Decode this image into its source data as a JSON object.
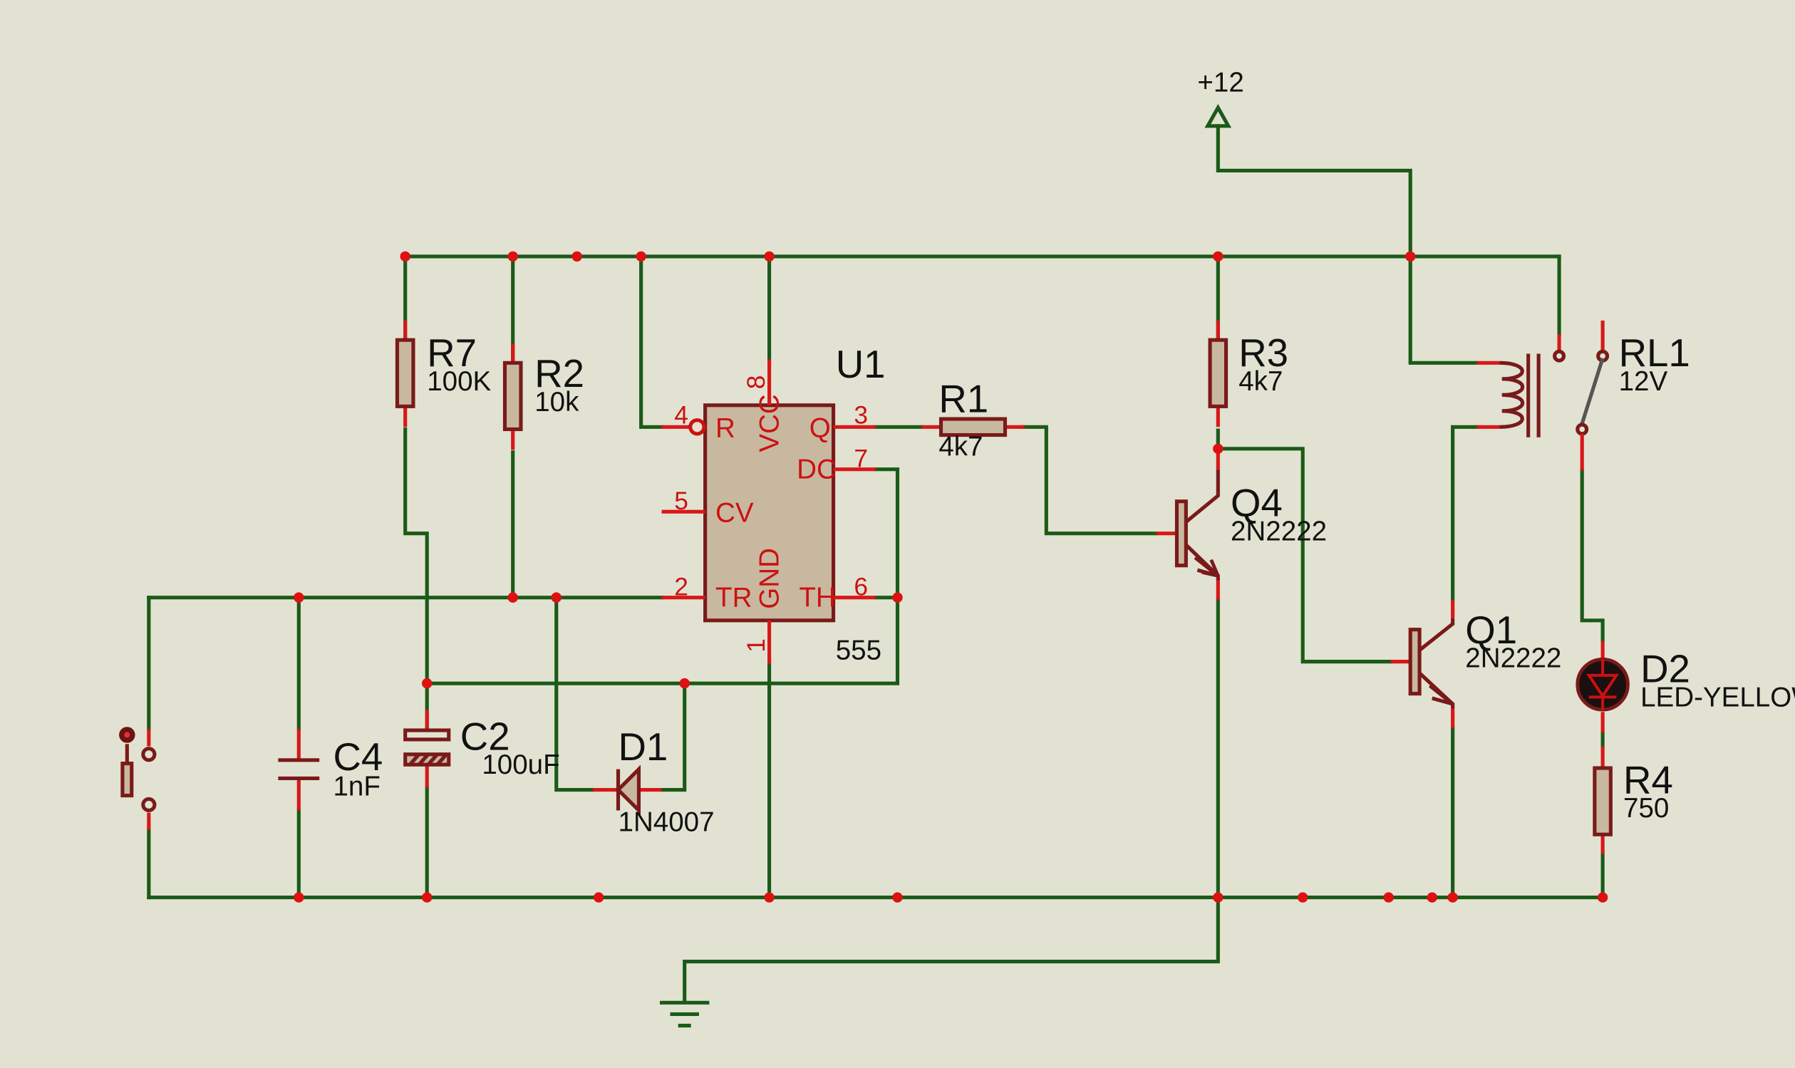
{
  "colors": {
    "background": "#e2e2d2",
    "wire": "#1b5a18",
    "pin": "#d81818",
    "component_outline": "#7a1a1a",
    "component_fill": "#c8b8a0",
    "junction": "#dd1111"
  },
  "power": {
    "label": "+12"
  },
  "ic": {
    "ref": "U1",
    "value": "555",
    "pins": {
      "r": {
        "num": "4",
        "name": "R"
      },
      "vcc": {
        "num": "8",
        "name": "VCC"
      },
      "q": {
        "num": "3",
        "name": "Q"
      },
      "dc": {
        "num": "7",
        "name": "DC"
      },
      "cv": {
        "num": "5",
        "name": "CV"
      },
      "tr": {
        "num": "2",
        "name": "TR"
      },
      "gnd": {
        "num": "1",
        "name": "GND"
      },
      "th": {
        "num": "6",
        "name": "TH"
      }
    }
  },
  "components": {
    "r7": {
      "ref": "R7",
      "value": "100K"
    },
    "r2": {
      "ref": "R2",
      "value": "10k"
    },
    "r1": {
      "ref": "R1",
      "value": "4k7"
    },
    "r3": {
      "ref": "R3",
      "value": "4k7"
    },
    "r4": {
      "ref": "R4",
      "value": "750"
    },
    "c4": {
      "ref": "C4",
      "value": "1nF"
    },
    "c2": {
      "ref": "C2",
      "value": "100uF"
    },
    "d1": {
      "ref": "D1",
      "value": "1N4007"
    },
    "d2": {
      "ref": "D2",
      "value": "LED-YELLOW"
    },
    "q4": {
      "ref": "Q4",
      "value": "2N2222"
    },
    "q1": {
      "ref": "Q1",
      "value": "2N2222"
    },
    "rl1": {
      "ref": "RL1",
      "value": "12V"
    }
  }
}
